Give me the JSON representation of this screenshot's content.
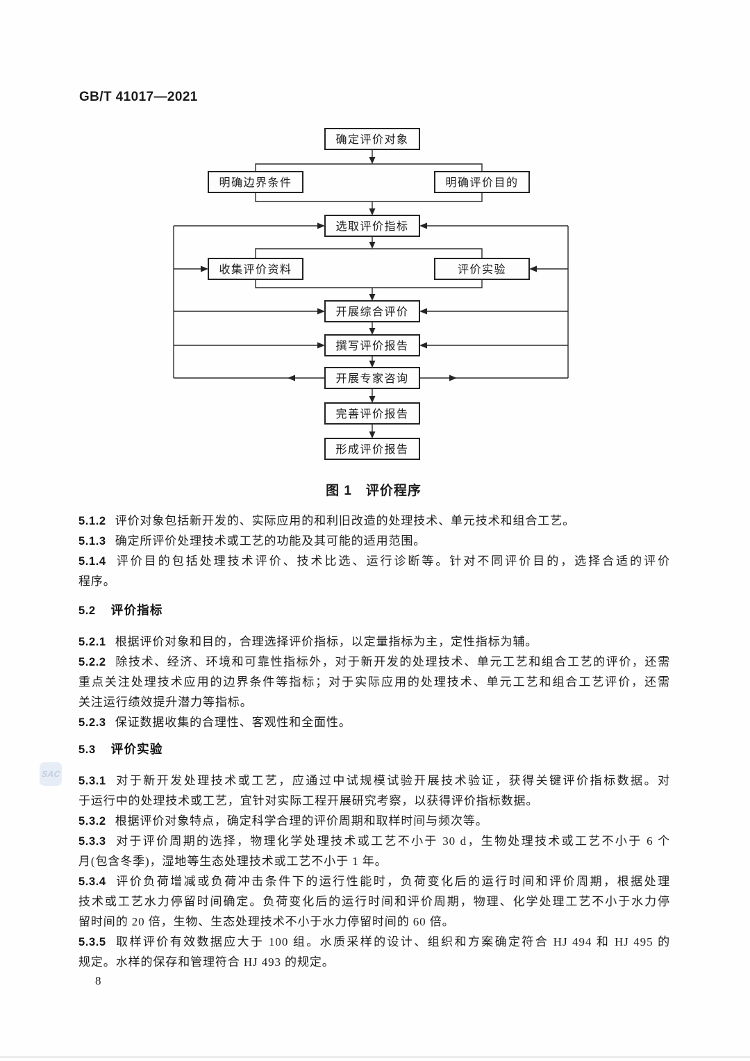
{
  "page": {
    "header": "GB/T 41017—2021",
    "page_number": "8",
    "watermark": "SAC",
    "colors": {
      "ink": "#1f1f1f",
      "flow_line": "#2b2b2b",
      "watermark_tile": "#e7edf6",
      "watermark_text": "#c3cede"
    }
  },
  "figure": {
    "caption": "图 1　评价程序",
    "boxes": [
      "确定评价对象",
      "明确边界条件",
      "明确评价目的",
      "选取评价指标",
      "收集评价资料",
      "评价实验",
      "开展综合评价",
      "撰写评价报告",
      "开展专家咨询",
      "完善评价报告",
      "形成评价报告"
    ]
  },
  "content": {
    "clauses": [
      {
        "num": "5.1.2",
        "lines": [
          "评价对象包括新开发的、实际应用的和利旧改造的处理技术、单元技术和组合工艺。"
        ]
      },
      {
        "num": "5.1.3",
        "lines": [
          "确定所评价处理技术或工艺的功能及其可能的适用范围。"
        ]
      },
      {
        "num": "5.1.4",
        "lines": [
          "评价目的包括处理技术评价、技术比选、运行诊断等。针对不同评价目的，选择合适的评价",
          "程序。"
        ]
      },
      {
        "num": "5.2",
        "title": "评价指标"
      },
      {
        "num": "5.2.1",
        "lines": [
          "根据评价对象和目的，合理选择评价指标，以定量指标为主，定性指标为辅。"
        ]
      },
      {
        "num": "5.2.2",
        "lines": [
          "除技术、经济、环境和可靠性指标外，对于新开发的处理技术、单元工艺和组合工艺的评价，还需",
          "重点关注处理技术应用的边界条件等指标；对于实际应用的处理技术、单元工艺和组合工艺评价，还需",
          "关注运行绩效提升潜力等指标。"
        ]
      },
      {
        "num": "5.2.3",
        "lines": [
          "保证数据收集的合理性、客观性和全面性。"
        ]
      },
      {
        "num": "5.3",
        "title": "评价实验"
      },
      {
        "num": "5.3.1",
        "lines": [
          "对于新开发处理技术或工艺，应通过中试规模试验开展技术验证，获得关键评价指标数据。对",
          "于运行中的处理技术或工艺，宜针对实际工程开展研究考察，以获得评价指标数据。"
        ]
      },
      {
        "num": "5.3.2",
        "lines": [
          "根据评价对象特点，确定科学合理的评价周期和取样时间与频次等。"
        ]
      },
      {
        "num": "5.3.3",
        "lines": [
          "对于评价周期的选择，物理化学处理技术或工艺不小于 30 d，生物处理技术或工艺不小于 6 个",
          "月(包含冬季)，湿地等生态处理技术或工艺不小于 1 年。"
        ]
      },
      {
        "num": "5.3.4",
        "lines": [
          "评价负荷增减或负荷冲击条件下的运行性能时，负荷变化后的运行时间和评价周期，根据处理",
          "技术或工艺水力停留时间确定。负荷变化后的运行时间和评价周期，物理、化学处理工艺不小于水力停",
          "留时间的 20 倍，生物、生态处理技术不小于水力停留时间的 60 倍。"
        ]
      },
      {
        "num": "5.3.5",
        "lines": [
          "取样评价有效数据应大于 100 组。水质采样的设计、组织和方案确定符合 HJ 494 和 HJ 495 的",
          "规定。水样的保存和管理符合 HJ 493 的规定。"
        ]
      }
    ]
  }
}
